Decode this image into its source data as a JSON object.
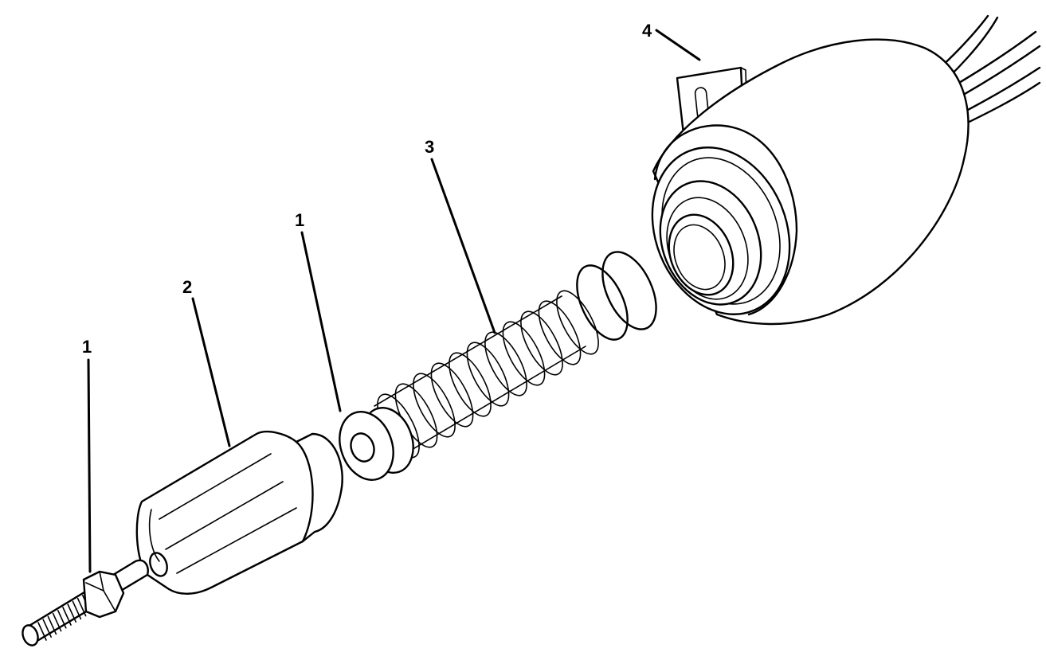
{
  "callouts": [
    {
      "id": "nut-stud",
      "label": "1"
    },
    {
      "id": "plunger",
      "label": "2"
    },
    {
      "id": "washer",
      "label": "1"
    },
    {
      "id": "spring",
      "label": "3"
    },
    {
      "id": "solenoid",
      "label": "4"
    }
  ]
}
